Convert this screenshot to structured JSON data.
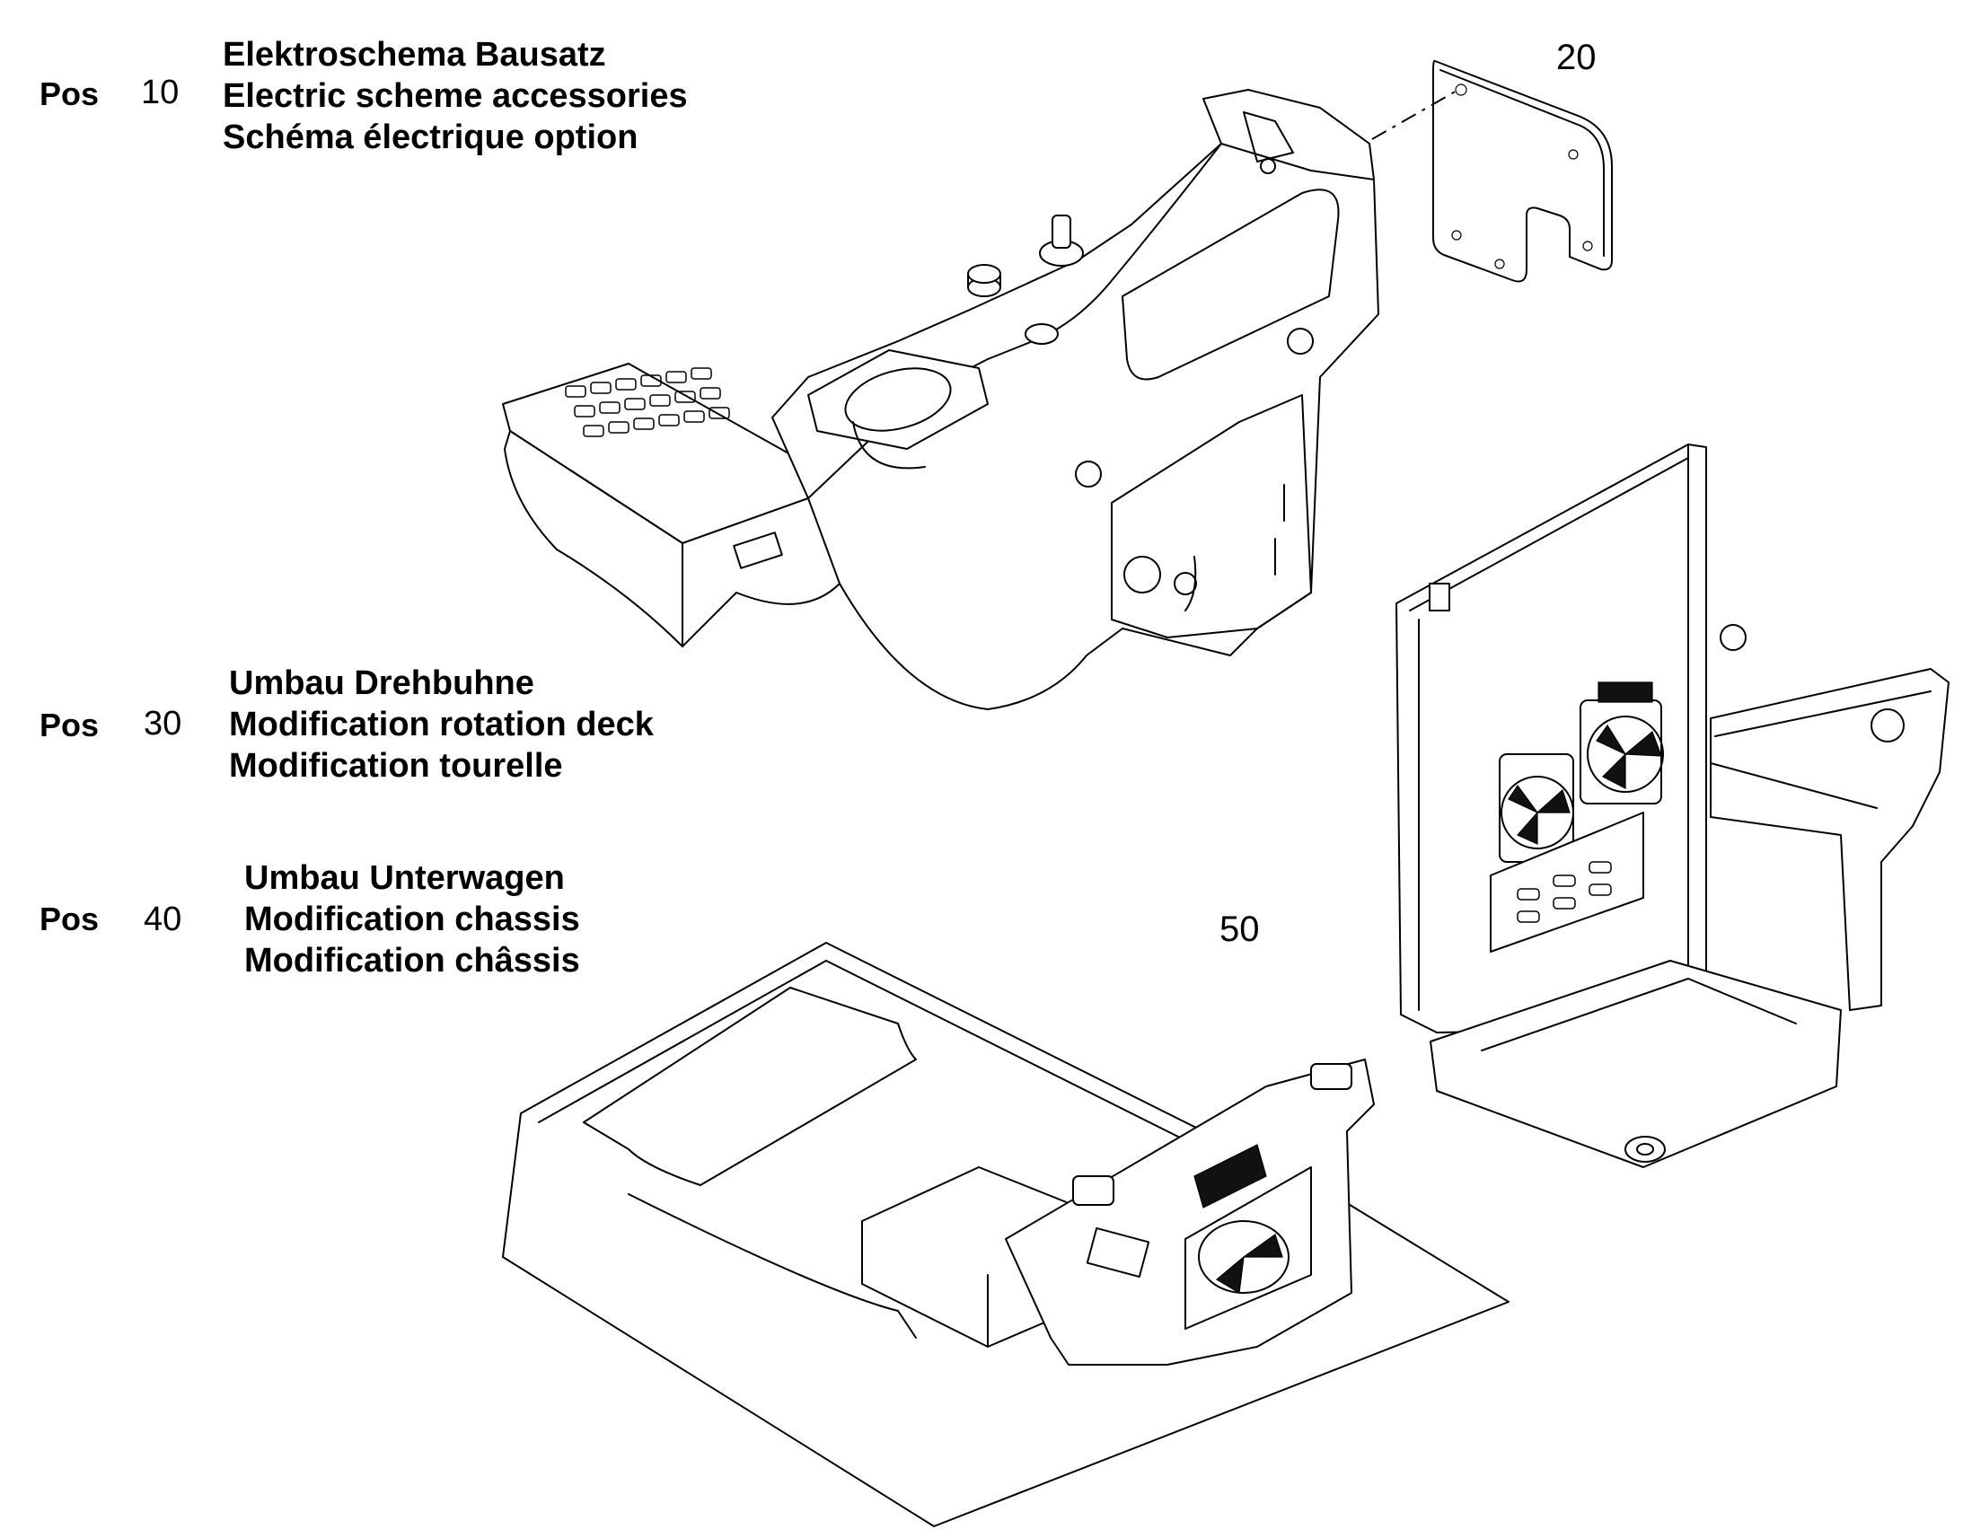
{
  "positions": [
    {
      "label": "Pos",
      "number": "10",
      "lines": [
        "Elektroschema Bausatz",
        "Electric scheme accessories",
        "Schéma électrique option"
      ]
    },
    {
      "label": "Pos",
      "number": "30",
      "lines": [
        "Umbau Drehbuhne",
        "Modification rotation deck",
        "Modification tourelle"
      ]
    },
    {
      "label": "Pos",
      "number": "40",
      "lines": [
        "Umbau Unterwagen",
        "Modification chassis",
        "Modification châssis"
      ]
    }
  ],
  "callouts": {
    "plate": "20",
    "assembly": "50"
  }
}
